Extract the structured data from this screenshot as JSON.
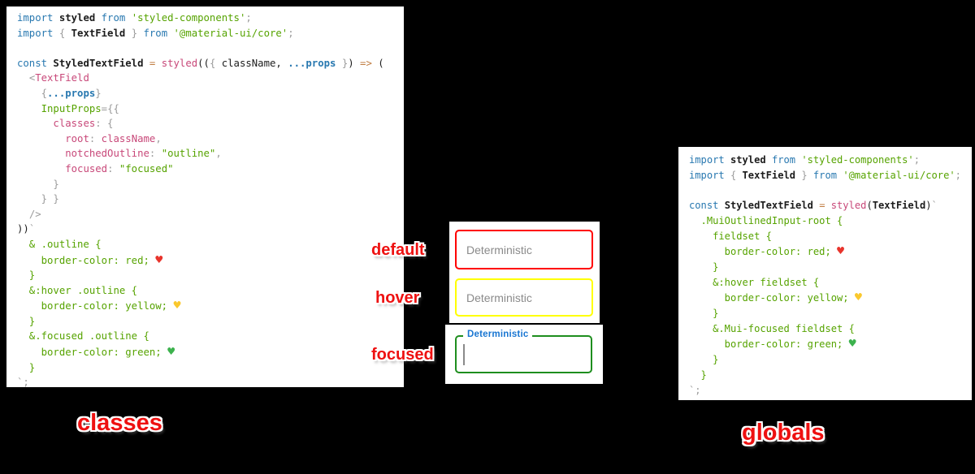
{
  "captions": {
    "classes": "classes",
    "globals": "globals"
  },
  "state_labels": {
    "default": "default",
    "hover": "hover",
    "focused": "focused"
  },
  "textfields": {
    "default": {
      "placeholder": "Deterministic",
      "border_color": "#ff0000"
    },
    "hover": {
      "placeholder": "Deterministic",
      "border_color": "#ffff00"
    },
    "focused": {
      "label": "Deterministic",
      "value": "",
      "border_color": "#1e8e1e",
      "label_color": "#1976d2"
    }
  },
  "colors": {
    "label_red": "#ee1111",
    "keyword_blue": "#2878b0",
    "string_green": "#56a300",
    "magenta": "#c84879",
    "operator_orange": "#bf7b3f",
    "punctuation_gray": "#9b9b9b",
    "heart_red": "#e8342c",
    "heart_yellow": "#fac82d",
    "heart_green": "#3cb24d"
  },
  "code_left": {
    "lines": [
      [
        {
          "c": "k",
          "t": "import "
        },
        {
          "c": "b",
          "t": "styled "
        },
        {
          "c": "k",
          "t": "from "
        },
        {
          "c": "s",
          "t": "'styled-components'"
        },
        {
          "c": "gr",
          "t": ";"
        }
      ],
      [
        {
          "c": "k",
          "t": "import "
        },
        {
          "c": "gr",
          "t": "{ "
        },
        {
          "c": "b",
          "t": "TextField "
        },
        {
          "c": "gr",
          "t": "} "
        },
        {
          "c": "k",
          "t": "from "
        },
        {
          "c": "s",
          "t": "'@material-ui/core'"
        },
        {
          "c": "gr",
          "t": ";"
        }
      ],
      [],
      [
        {
          "c": "k",
          "t": "const "
        },
        {
          "c": "b",
          "t": "StyledTextField "
        },
        {
          "c": "o",
          "t": "= "
        },
        {
          "c": "p",
          "t": "styled"
        },
        {
          "c": "t",
          "t": "(("
        },
        {
          "c": "gr",
          "t": "{ "
        },
        {
          "c": "t",
          "t": "className, "
        },
        {
          "c": "kb",
          "t": "...props "
        },
        {
          "c": "gr",
          "t": "}"
        },
        {
          "c": "t",
          "t": ") "
        },
        {
          "c": "o",
          "t": "=> "
        },
        {
          "c": "t",
          "t": "("
        }
      ],
      [
        {
          "c": "t",
          "t": "  "
        },
        {
          "c": "gr",
          "t": "<"
        },
        {
          "c": "p",
          "t": "TextField"
        }
      ],
      [
        {
          "c": "t",
          "t": "    "
        },
        {
          "c": "gr",
          "t": "{"
        },
        {
          "c": "kb",
          "t": "...props"
        },
        {
          "c": "gr",
          "t": "}"
        }
      ],
      [
        {
          "c": "t",
          "t": "    "
        },
        {
          "c": "g",
          "t": "InputProps"
        },
        {
          "c": "gr",
          "t": "={{"
        }
      ],
      [
        {
          "c": "t",
          "t": "      "
        },
        {
          "c": "p",
          "t": "classes"
        },
        {
          "c": "gr",
          "t": ": {"
        }
      ],
      [
        {
          "c": "t",
          "t": "        "
        },
        {
          "c": "p",
          "t": "root"
        },
        {
          "c": "gr",
          "t": ": "
        },
        {
          "c": "p",
          "t": "className"
        },
        {
          "c": "gr",
          "t": ","
        }
      ],
      [
        {
          "c": "t",
          "t": "        "
        },
        {
          "c": "p",
          "t": "notchedOutline"
        },
        {
          "c": "gr",
          "t": ": "
        },
        {
          "c": "s",
          "t": "\"outline\""
        },
        {
          "c": "gr",
          "t": ","
        }
      ],
      [
        {
          "c": "t",
          "t": "        "
        },
        {
          "c": "p",
          "t": "focused"
        },
        {
          "c": "gr",
          "t": ": "
        },
        {
          "c": "s",
          "t": "\"focused\""
        }
      ],
      [
        {
          "c": "t",
          "t": "      "
        },
        {
          "c": "gr",
          "t": "}"
        }
      ],
      [
        {
          "c": "t",
          "t": "    "
        },
        {
          "c": "gr",
          "t": "} }"
        }
      ],
      [
        {
          "c": "t",
          "t": "  "
        },
        {
          "c": "gr",
          "t": "/>"
        }
      ],
      [
        {
          "c": "t",
          "t": "))"
        },
        {
          "c": "gr",
          "t": "`"
        }
      ],
      [
        {
          "c": "g",
          "t": "  & .outline {"
        }
      ],
      [
        {
          "c": "g",
          "t": "    border-color: red; "
        },
        {
          "c": "hr",
          "t": "♥",
          "n": "heart-icon-red"
        }
      ],
      [
        {
          "c": "g",
          "t": "  }"
        }
      ],
      [
        {
          "c": "g",
          "t": "  &:hover .outline {"
        }
      ],
      [
        {
          "c": "g",
          "t": "    border-color: yellow; "
        },
        {
          "c": "hy",
          "t": "♥",
          "n": "heart-icon-yellow"
        }
      ],
      [
        {
          "c": "g",
          "t": "  }"
        }
      ],
      [
        {
          "c": "g",
          "t": "  &.focused .outline {"
        }
      ],
      [
        {
          "c": "g",
          "t": "    border-color: green; "
        },
        {
          "c": "hg",
          "t": "♥",
          "n": "heart-icon-green"
        }
      ],
      [
        {
          "c": "g",
          "t": "  }"
        }
      ],
      [
        {
          "c": "gr",
          "t": "`;"
        }
      ]
    ]
  },
  "code_right": {
    "lines": [
      [
        {
          "c": "k",
          "t": "import "
        },
        {
          "c": "b",
          "t": "styled "
        },
        {
          "c": "k",
          "t": "from "
        },
        {
          "c": "s",
          "t": "'styled-components'"
        },
        {
          "c": "gr",
          "t": ";"
        }
      ],
      [
        {
          "c": "k",
          "t": "import "
        },
        {
          "c": "gr",
          "t": "{ "
        },
        {
          "c": "b",
          "t": "TextField "
        },
        {
          "c": "gr",
          "t": "} "
        },
        {
          "c": "k",
          "t": "from "
        },
        {
          "c": "s",
          "t": "'@material-ui/core'"
        },
        {
          "c": "gr",
          "t": ";"
        }
      ],
      [],
      [
        {
          "c": "k",
          "t": "const "
        },
        {
          "c": "b",
          "t": "StyledTextField "
        },
        {
          "c": "o",
          "t": "= "
        },
        {
          "c": "p",
          "t": "styled"
        },
        {
          "c": "t",
          "t": "("
        },
        {
          "c": "b",
          "t": "TextField"
        },
        {
          "c": "t",
          "t": ")"
        },
        {
          "c": "gr",
          "t": "`"
        }
      ],
      [
        {
          "c": "g",
          "t": "  .MuiOutlinedInput-root {"
        }
      ],
      [
        {
          "c": "g",
          "t": "    fieldset {"
        }
      ],
      [
        {
          "c": "g",
          "t": "      border-color: red; "
        },
        {
          "c": "hr",
          "t": "♥",
          "n": "heart-icon-red"
        }
      ],
      [
        {
          "c": "g",
          "t": "    }"
        }
      ],
      [
        {
          "c": "g",
          "t": "    &:hover fieldset {"
        }
      ],
      [
        {
          "c": "g",
          "t": "      border-color: yellow; "
        },
        {
          "c": "hy",
          "t": "♥",
          "n": "heart-icon-yellow"
        }
      ],
      [
        {
          "c": "g",
          "t": "    }"
        }
      ],
      [
        {
          "c": "g",
          "t": "    &.Mui-focused fieldset {"
        }
      ],
      [
        {
          "c": "g",
          "t": "      border-color: green; "
        },
        {
          "c": "hg",
          "t": "♥",
          "n": "heart-icon-green"
        }
      ],
      [
        {
          "c": "g",
          "t": "    }"
        }
      ],
      [
        {
          "c": "g",
          "t": "  }"
        }
      ],
      [
        {
          "c": "gr",
          "t": "`;"
        }
      ]
    ]
  }
}
